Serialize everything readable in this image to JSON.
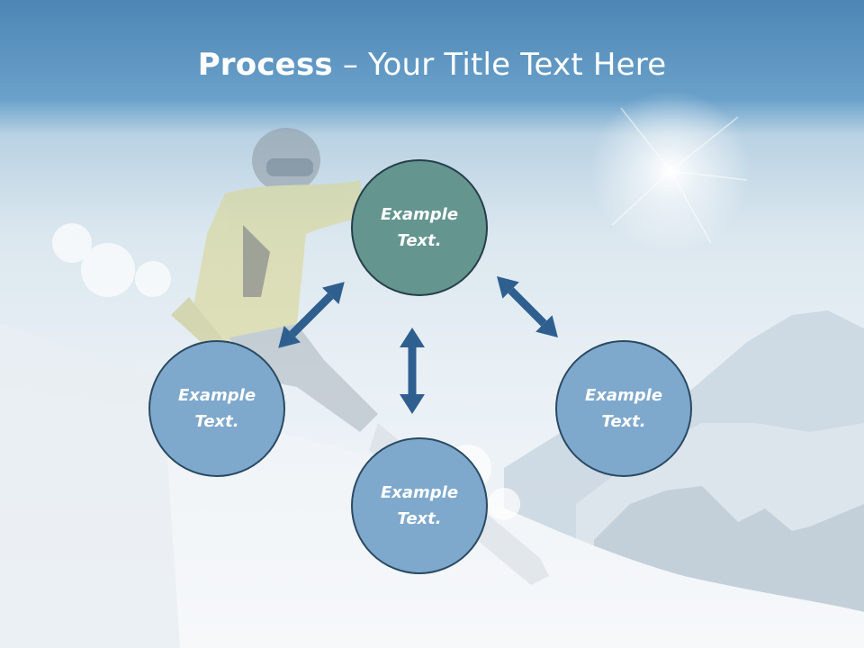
{
  "slide": {
    "title_bold": "Process",
    "title_rest": " – Your Title Text Here"
  },
  "diagram": {
    "nodes": {
      "top": "Example Text.",
      "left": "Example Text.",
      "right": "Example Text.",
      "bottom": "Example Text."
    },
    "colors": {
      "top_fill": "#64958f",
      "node_fill": "#7ea8cc",
      "arrow": "#2f5f8f",
      "border": "#2a4a63"
    }
  }
}
